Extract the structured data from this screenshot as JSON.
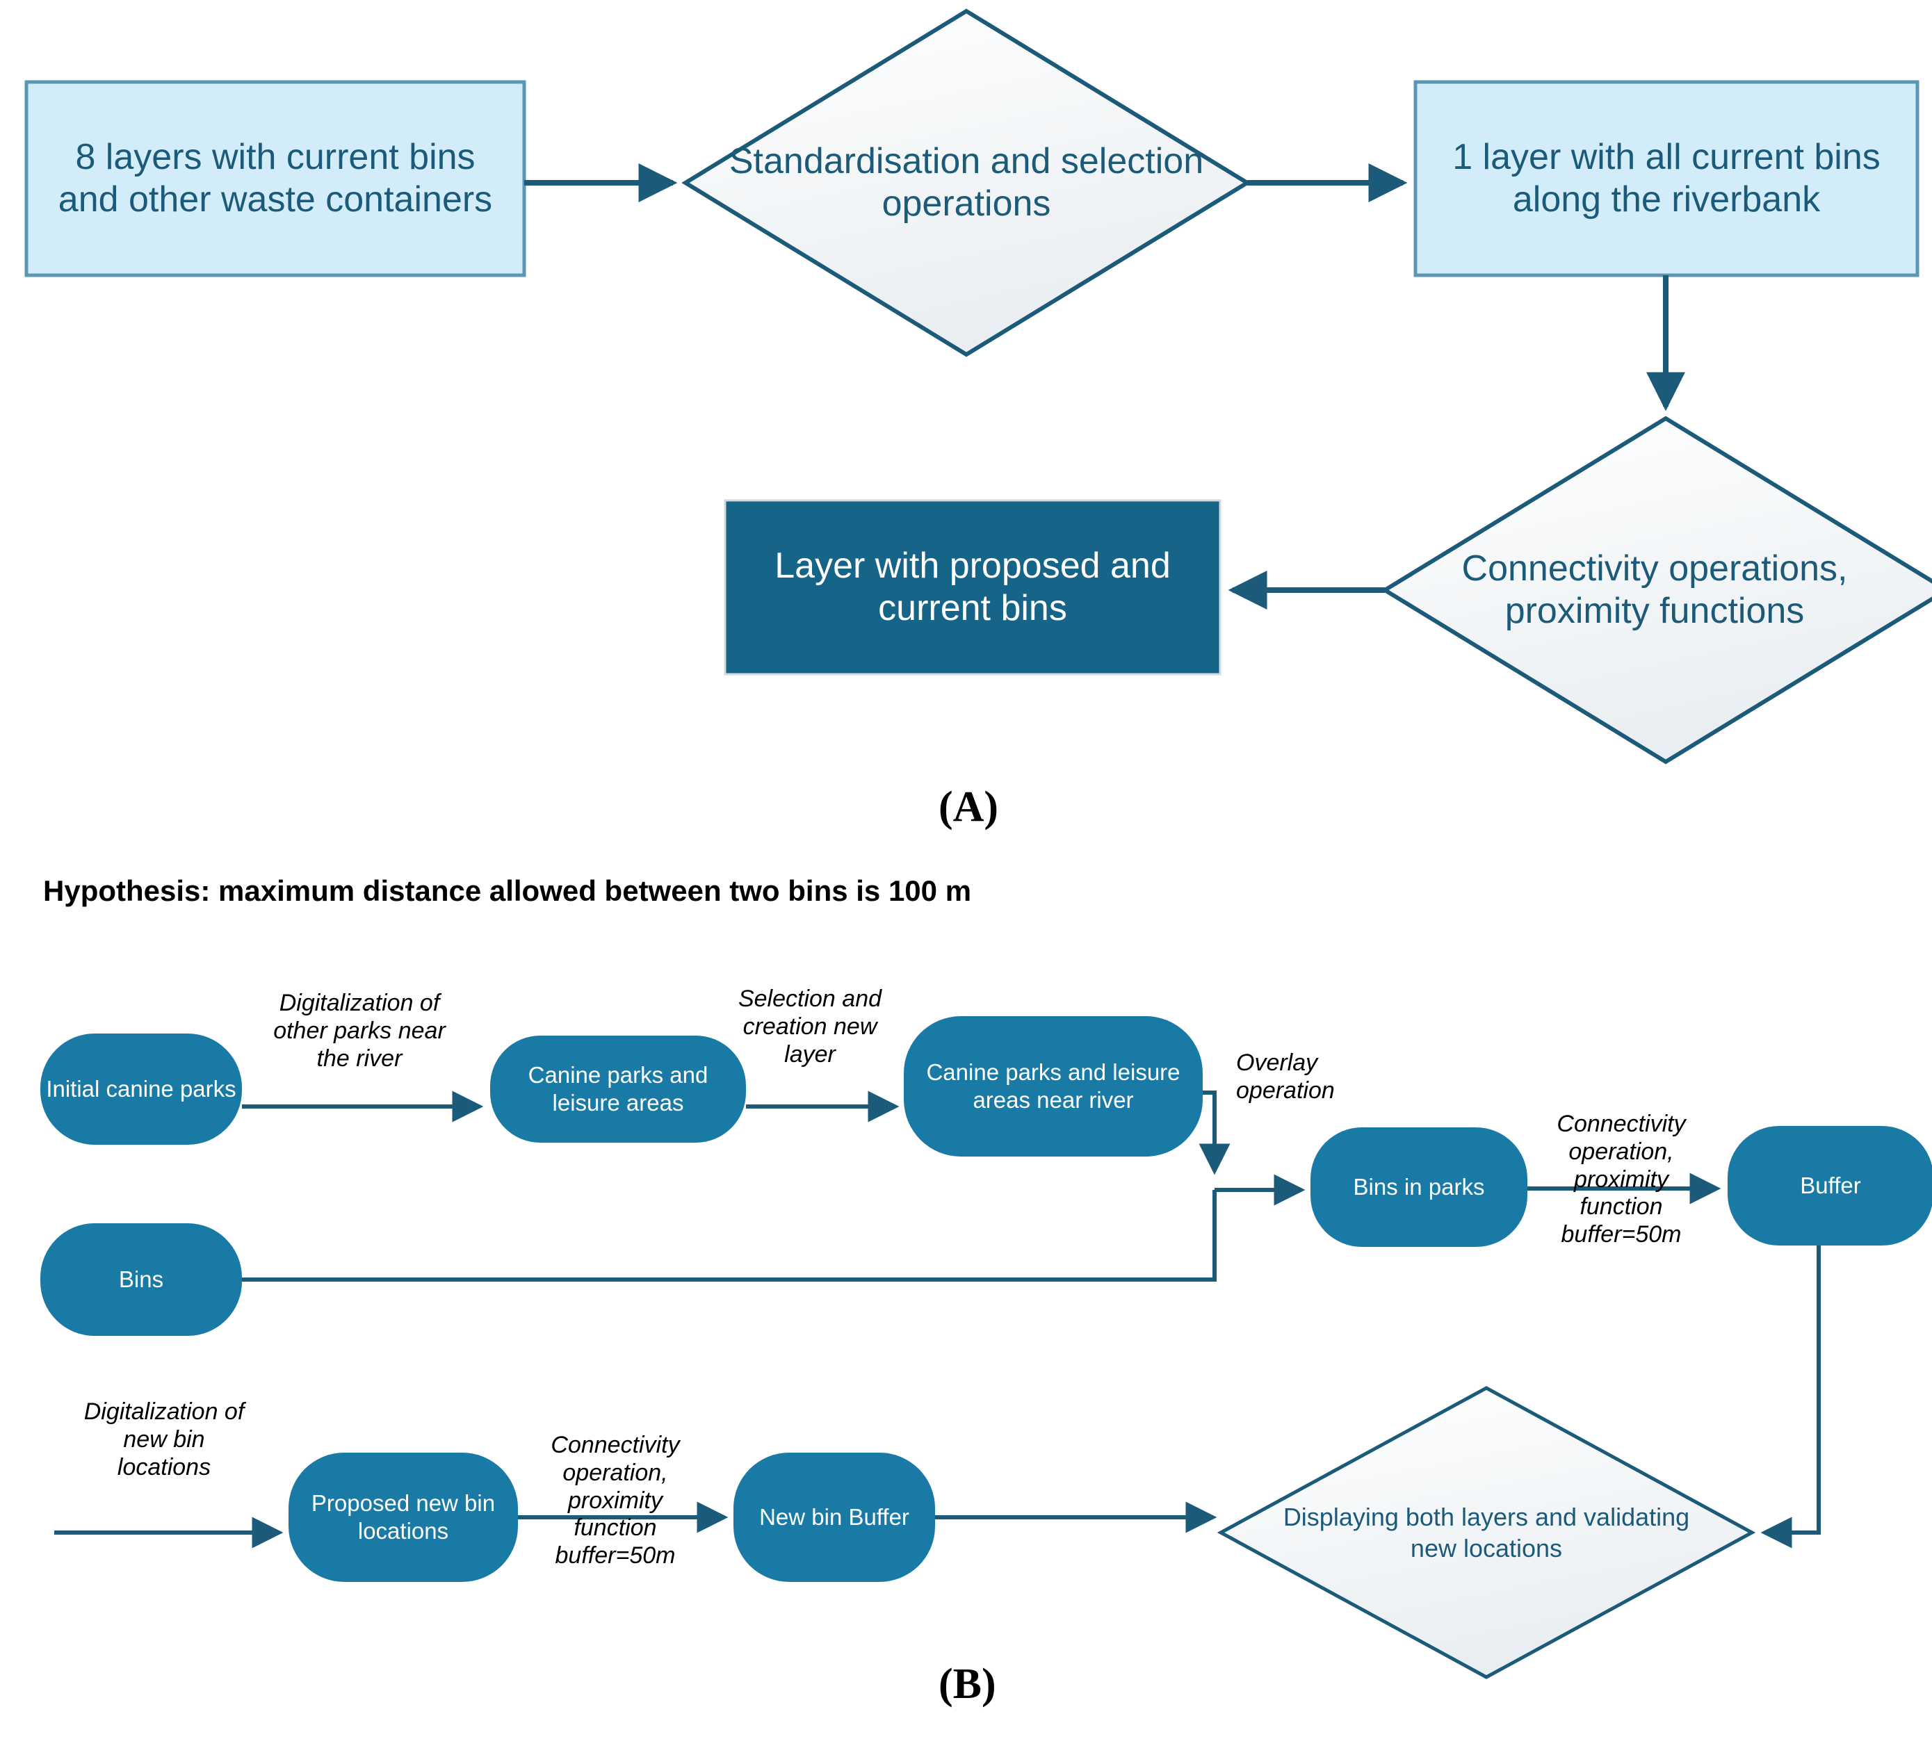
{
  "figure": {
    "panel_a_letter": "(A)",
    "panel_b_letter": "(B)",
    "hypothesis": "Hypothesis: maximum distance allowed between two bins is 100 m"
  },
  "colors": {
    "light_box_fill": "#d3ecf9",
    "light_box_border": "#5b97b5",
    "dark_box_fill": "#176489",
    "node_fill": "#1a7aa6",
    "diamond_fill": "#f4f7f9",
    "stroke": "#1b5a78",
    "text_dark": "#1b5a78",
    "text_white": "#ffffff",
    "edge_label_text": "#000000"
  },
  "panel_a": {
    "nodes": [
      {
        "id": "a-layers-current-bins",
        "shape": "rect-light",
        "text": "8 layers with current bins and other waste containers"
      },
      {
        "id": "a-standardisation",
        "shape": "diamond",
        "text": "Standardisation and selection operations"
      },
      {
        "id": "a-one-layer-riverbank",
        "shape": "rect-light",
        "text": "1 layer with all current bins  along the riverbank"
      },
      {
        "id": "a-connectivity-proximity",
        "shape": "diamond",
        "text": "Connectivity operations, proximity functions"
      },
      {
        "id": "a-layer-proposed-current",
        "shape": "rect-dark",
        "text": "Layer with proposed and current bins"
      }
    ],
    "edges": [
      {
        "from": "a-layers-current-bins",
        "to": "a-standardisation",
        "label": ""
      },
      {
        "from": "a-standardisation",
        "to": "a-one-layer-riverbank",
        "label": ""
      },
      {
        "from": "a-one-layer-riverbank",
        "to": "a-connectivity-proximity",
        "label": ""
      },
      {
        "from": "a-connectivity-proximity",
        "to": "a-layer-proposed-current",
        "label": ""
      }
    ]
  },
  "panel_b": {
    "nodes": [
      {
        "id": "b-initial-canine-parks",
        "shape": "round-node",
        "text": "Initial canine parks"
      },
      {
        "id": "b-canine-parks-leisure",
        "shape": "round-node",
        "text": "Canine parks and leisure areas"
      },
      {
        "id": "b-canine-parks-leisure-river",
        "shape": "round-node",
        "text": "Canine parks and leisure areas near river"
      },
      {
        "id": "b-bins",
        "shape": "round-node",
        "text": "Bins"
      },
      {
        "id": "b-bins-in-parks",
        "shape": "round-node",
        "text": "Bins in parks"
      },
      {
        "id": "b-buffer",
        "shape": "round-node",
        "text": "Buffer"
      },
      {
        "id": "b-proposed-new-bin-locations",
        "shape": "round-node",
        "text": "Proposed new bin locations"
      },
      {
        "id": "b-new-bin-buffer",
        "shape": "round-node",
        "text": "New bin Buffer"
      },
      {
        "id": "b-displaying-validating",
        "shape": "diamond",
        "text": "Displaying both layers and validating new locations"
      }
    ],
    "edge_labels": [
      {
        "id": "edge-digitalization-other-parks",
        "text": "Digitalization of other parks near the river"
      },
      {
        "id": "edge-selection-creation-new-layer",
        "text": "Selection and creation new layer"
      },
      {
        "id": "edge-overlay-operation",
        "text": "Overlay operation"
      },
      {
        "id": "edge-connectivity-buffer-50m-top",
        "text": "Connectivity operation, proximity function buffer=50m"
      },
      {
        "id": "edge-digitalization-new-bin-locations",
        "text": "Digitalization of new bin locations"
      },
      {
        "id": "edge-connectivity-buffer-50m-bottom",
        "text": "Connectivity operation, proximity function buffer=50m"
      }
    ]
  }
}
